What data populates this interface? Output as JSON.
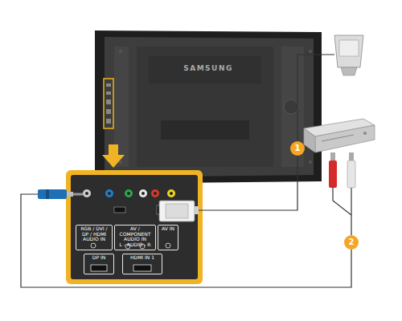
{
  "diagram": {
    "nodes": [
      {
        "text": [
          "SAMSUNG"
        ]
      },
      {
        "text": [
          "RGB / DVI / DP / HDMI AUDIO IN"
        ]
      },
      {
        "text": [
          "AV / COMPONENT AUDIO IN",
          "L - AUDIO - R"
        ]
      },
      {
        "text": [
          "AV IN"
        ]
      },
      {
        "text": [
          "DP IN"
        ]
      },
      {
        "text": [
          "HDMI IN 1"
        ]
      }
    ],
    "labels": [
      "1",
      "2"
    ]
  }
}
